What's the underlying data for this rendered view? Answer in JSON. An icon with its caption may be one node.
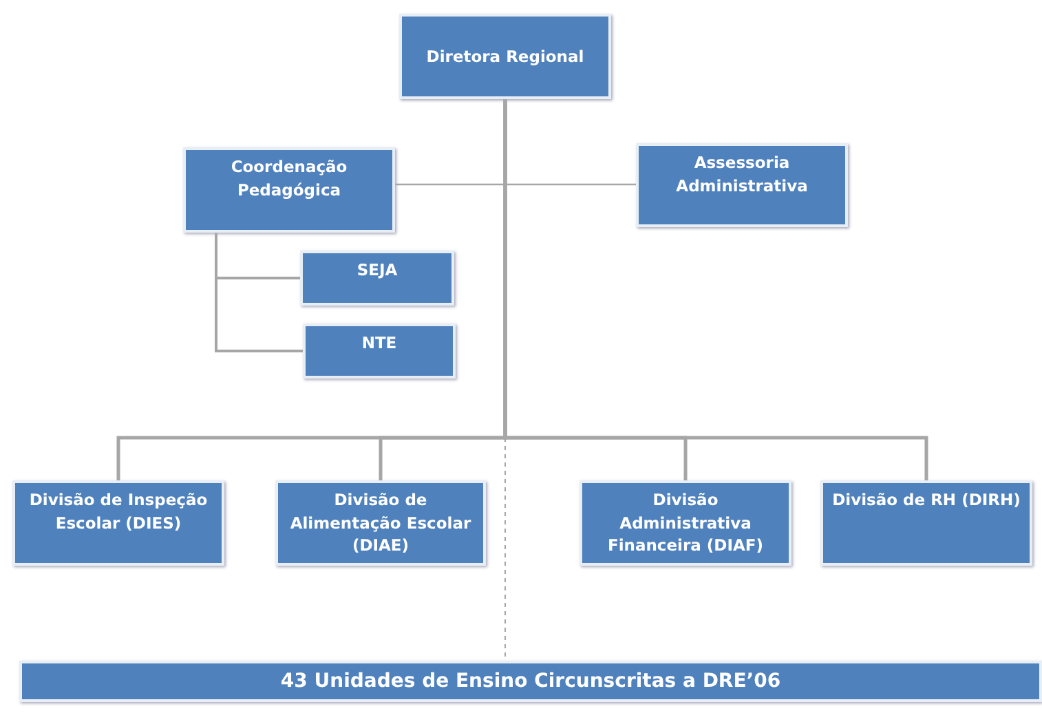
{
  "diagram": {
    "nodes": [
      {
        "text": [
          "Diretora Regional"
        ]
      },
      {
        "text": [
          "Coordenação Pedagógica"
        ]
      },
      {
        "text": [
          "Assessoria Administrativa"
        ]
      },
      {
        "text": [
          "SEJA"
        ]
      },
      {
        "text": [
          "NTE"
        ]
      },
      {
        "text": [
          "Divisão de Inspeção Escolar (DIES)"
        ]
      },
      {
        "text": [
          "Divisão de Alimentação Escolar (DIAE)"
        ]
      },
      {
        "text": [
          "Divisão Administrativa Financeira (DIAF)"
        ]
      },
      {
        "text": [
          "Divisão de RH (DIRH)"
        ]
      },
      {
        "text": [
          "43 Unidades de Ensino Circunscritas a DRE’06"
        ]
      }
    ],
    "edges": [
      {
        "from": 0,
        "to": 1,
        "arrow": "none"
      },
      {
        "from": 0,
        "to": 2,
        "arrow": "none"
      },
      {
        "from": 1,
        "to": 3,
        "arrow": "none"
      },
      {
        "from": 1,
        "to": 4,
        "arrow": "none"
      },
      {
        "from": 0,
        "to": 5,
        "arrow": "none"
      },
      {
        "from": 0,
        "to": 6,
        "arrow": "none"
      },
      {
        "from": 0,
        "to": 7,
        "arrow": "none"
      },
      {
        "from": 0,
        "to": 8,
        "arrow": "none"
      },
      {
        "from": 0,
        "to": 9,
        "arrow": "none",
        "style": "dashed"
      }
    ]
  }
}
